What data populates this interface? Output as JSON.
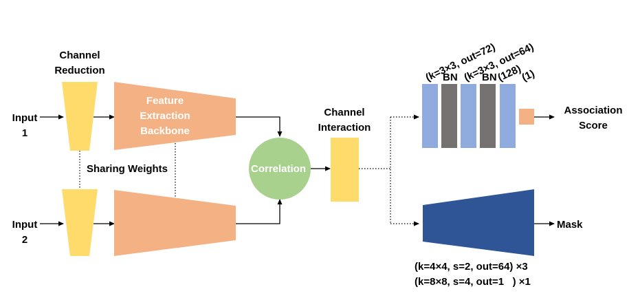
{
  "labels": {
    "channel_reduction_line1": "Channel",
    "channel_reduction_line2": "Reduction",
    "input1_line1": "Input",
    "input1_line2": "1",
    "input2_line1": "Input",
    "input2_line2": "2",
    "backbone_line1": "Feature",
    "backbone_line2": "Extraction",
    "backbone_line3": "Backbone",
    "sharing_weights": "Sharing Weights",
    "correlation": "Correlation",
    "channel_interaction_line1": "Channel",
    "channel_interaction_line2": "Interaction",
    "association_line1": "Association",
    "association_line2": "Score",
    "mask": "Mask",
    "conv1": "(k=3×3, out=72)",
    "bn1": "BN",
    "conv2": "(k=3×3, out=64)",
    "bn2": "BN",
    "fc1": "(128)",
    "fc2": "(1)",
    "mask_spec1": "(k=4×4, s=2, out=64) ×3",
    "mask_spec2": "(k=8×8, s=4, out=1   ) ×1"
  },
  "colors": {
    "yellow": "#FFDB6B",
    "orange": "#F4B183",
    "green": "#A9D18E",
    "light_blue": "#8FAADC",
    "gray": "#767171",
    "dark_blue": "#2F5597"
  }
}
